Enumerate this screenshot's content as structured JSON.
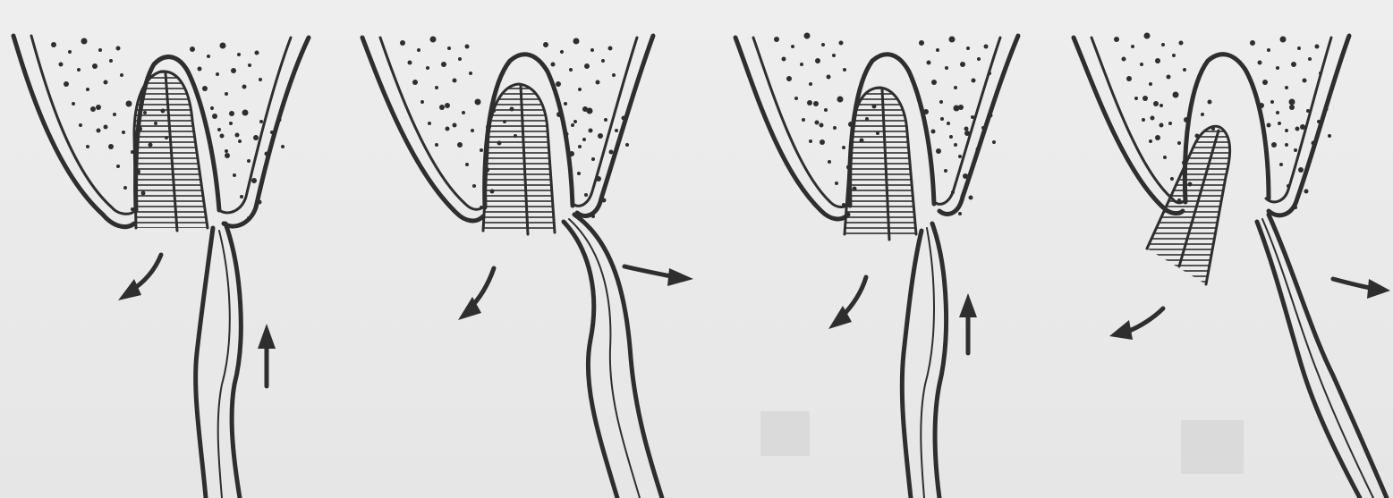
{
  "figure": {
    "panels": [
      {
        "id": "panel-1",
        "arrows": [
          "down-left",
          "up"
        ]
      },
      {
        "id": "panel-2",
        "arrows": [
          "down-left",
          "right"
        ]
      },
      {
        "id": "panel-3",
        "arrows": [
          "down-left",
          "up"
        ]
      },
      {
        "id": "panel-4",
        "arrows": [
          "down-left",
          "right"
        ]
      }
    ],
    "colors": {
      "ink": "#2e2e2e",
      "paper": "#ececec"
    }
  }
}
